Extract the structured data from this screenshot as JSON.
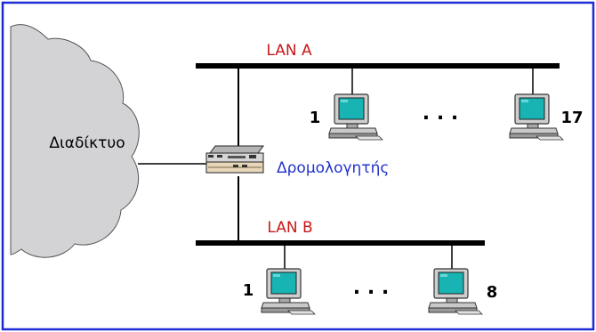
{
  "cloud_label": "Διαδίκτυο",
  "router_label": "Δρομολογητής",
  "lan_a": {
    "label": "LAN A",
    "first_host": "1",
    "ellipsis": ". . .",
    "last_host": "17"
  },
  "lan_b": {
    "label": "LAN B",
    "first_host": "1",
    "ellipsis": ". . .",
    "last_host": "8"
  },
  "colors": {
    "border": "#1f2bd6",
    "cloud_fill": "#d3d3d5",
    "lan_label": "#c81818",
    "router_label": "#2233cc",
    "bus": "#000000",
    "screen": "#18b3b3"
  },
  "icons": {
    "cloud": "cloud-icon",
    "router": "router-icon",
    "computer": "desktop-computer-icon"
  }
}
